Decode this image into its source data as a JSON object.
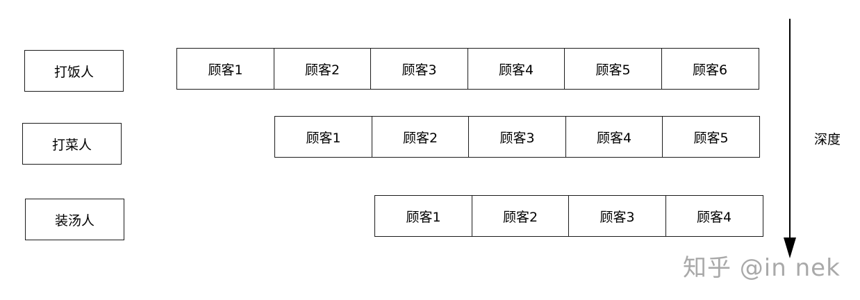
{
  "roles": [
    {
      "label": "打饭人"
    },
    {
      "label": "打菜人"
    },
    {
      "label": "装汤人"
    }
  ],
  "rows": [
    [
      "顾客1",
      "顾客2",
      "顾客3",
      "顾客4",
      "顾客5",
      "顾客6"
    ],
    [
      "顾客1",
      "顾客2",
      "顾客3",
      "顾客4",
      "顾客5"
    ],
    [
      "顾客1",
      "顾客2",
      "顾客3",
      "顾客4"
    ]
  ],
  "depth_label": "深度",
  "watermark": "知乎 @in nek"
}
